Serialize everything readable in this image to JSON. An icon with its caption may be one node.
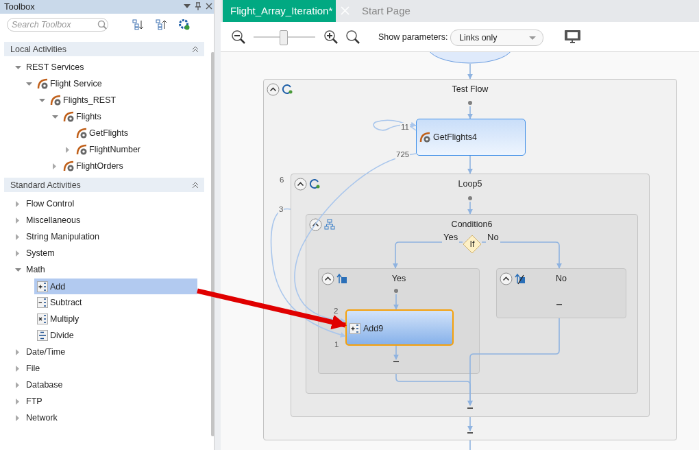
{
  "diagram": {
    "nodes": [
      {
        "text": [
          "Add"
        ]
      },
      {
        "text": [],
        "shape": "ellipse"
      },
      {
        "text": [
          "Test Flow"
        ]
      },
      {
        "text": [
          "GetFlights4"
        ],
        "in": 2,
        "beside": [
          "11",
          "725"
        ]
      },
      {
        "text": [
          "Loop5"
        ],
        "in": 2,
        "beside": [
          "6",
          "3"
        ]
      },
      {
        "text": [
          "Condition6"
        ],
        "in": 4
      },
      {
        "text": [
          "If"
        ],
        "in": 5
      },
      {
        "text": [
          "Yes"
        ],
        "in": 5
      },
      {
        "text": [
          "No"
        ],
        "in": 5
      },
      {
        "text": [
          "Add9"
        ],
        "in": 7,
        "beside": [
          "2",
          "1"
        ]
      }
    ],
    "edges": [
      {
        "from": 1,
        "to": 2,
        "arrow": "to"
      },
      {
        "from": null,
        "to": 3,
        "arrow": "to"
      },
      {
        "from": 3,
        "to": 4,
        "arrow": "to"
      },
      {
        "from": null,
        "to": 5,
        "arrow": "to"
      },
      {
        "from": 6,
        "to": 7,
        "arrow": "to",
        "label": "Yes"
      },
      {
        "from": 6,
        "to": 8,
        "arrow": "to",
        "label": "No"
      },
      {
        "from": null,
        "to": 9,
        "arrow": "to"
      },
      {
        "from": 9,
        "to": null,
        "arrow": "to"
      },
      {
        "from": 7,
        "to": null,
        "arrow": "to"
      },
      {
        "from": 8,
        "to": null,
        "arrow": "to"
      },
      {
        "from": 4,
        "to": null,
        "arrow": "to"
      },
      {
        "from": 2,
        "to": null,
        "arrow": "none"
      },
      {
        "from": 3,
        "to": 3,
        "arrow": "to",
        "color": "#a9c6ec"
      },
      {
        "from": 3,
        "to": 9,
        "arrow": "to",
        "color": "#a9c6ec"
      },
      {
        "from": 4,
        "to": 9,
        "arrow": "to",
        "color": "#a9c6ec"
      },
      {
        "from": 0,
        "to": 9,
        "arrow": "to",
        "style": "thick",
        "color": "#e00000"
      }
    ],
    "labels": [
      "Toolbox",
      "Search Toolbox",
      "Local Activities",
      "REST Services",
      "Flight Service",
      "Flights_REST",
      "Flights",
      "GetFlights",
      "FlightNumber",
      "FlightOrders",
      "Standard Activities",
      "Flow Control",
      "Miscellaneous",
      "String Manipulation",
      "System",
      "Math",
      "Subtract",
      "Multiply",
      "Divide",
      "Date/Time",
      "File",
      "Database",
      "FTP",
      "Network",
      "Flight_Array_Iteration*",
      "Start Page",
      "Show parameters:",
      "Links only"
    ]
  }
}
